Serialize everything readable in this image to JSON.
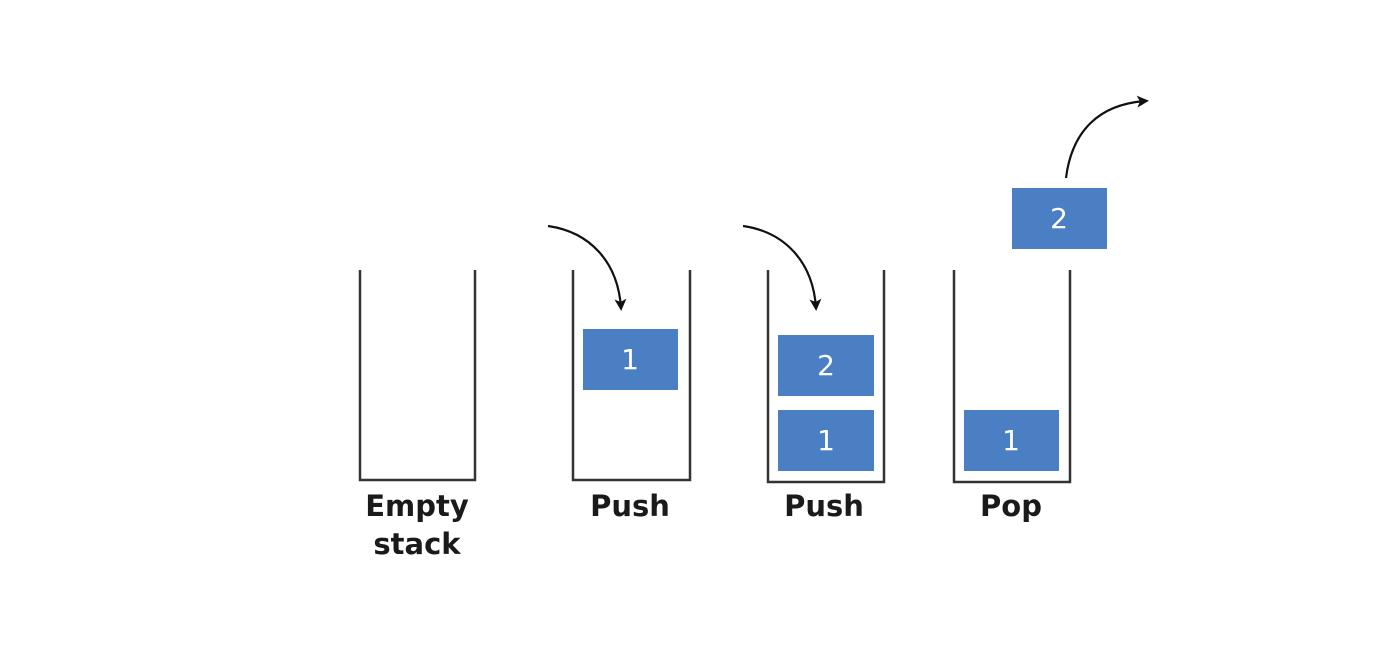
{
  "colors": {
    "block_fill": "#4a7fc3",
    "outline": "#333333",
    "arrow": "#111111",
    "block_text": "#ffffff"
  },
  "stacks": [
    {
      "id": "empty",
      "label_lines": [
        "Empty",
        "stack"
      ],
      "blocks": []
    },
    {
      "id": "push-1",
      "label_lines": [
        "Push"
      ],
      "blocks": [
        "1"
      ],
      "incoming_arrow": true
    },
    {
      "id": "push-2",
      "label_lines": [
        "Push"
      ],
      "blocks": [
        "1",
        "2"
      ],
      "incoming_arrow": true
    },
    {
      "id": "pop",
      "label_lines": [
        "Pop"
      ],
      "blocks": [
        "1"
      ],
      "popped_block": "2",
      "outgoing_arrow": true
    }
  ]
}
